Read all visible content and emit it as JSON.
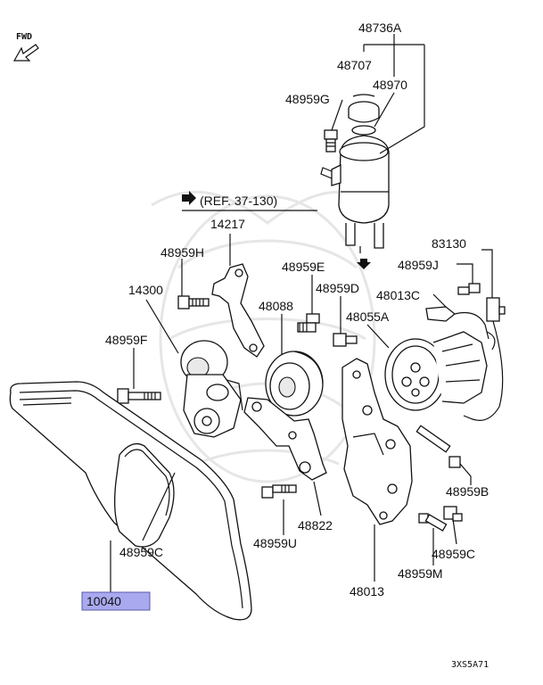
{
  "diagram": {
    "orientation_label": "FWD",
    "reference": "(REF. 37-130)",
    "drawing_code": "3XS5A71",
    "highlight_color": "#a9a9f0",
    "parts": {
      "p48736A": "48736A",
      "p48707": "48707",
      "p48970": "48970",
      "p48959G": "48959G",
      "p14217": "14217",
      "p48959H": "48959H",
      "p14300": "14300",
      "p48959E": "48959E",
      "p48959D": "48959D",
      "p48088": "48088",
      "p48055A": "48055A",
      "p83130": "83130",
      "p48959J": "48959J",
      "p48013C": "48013C",
      "p48959F": "48959F",
      "p10040": "10040",
      "p48959C_left": "48959C",
      "p48959U": "48959U",
      "p48822": "48822",
      "p48013": "48013",
      "p48959B": "48959B",
      "p48959C_right": "48959C",
      "p48959M": "48959M"
    }
  }
}
